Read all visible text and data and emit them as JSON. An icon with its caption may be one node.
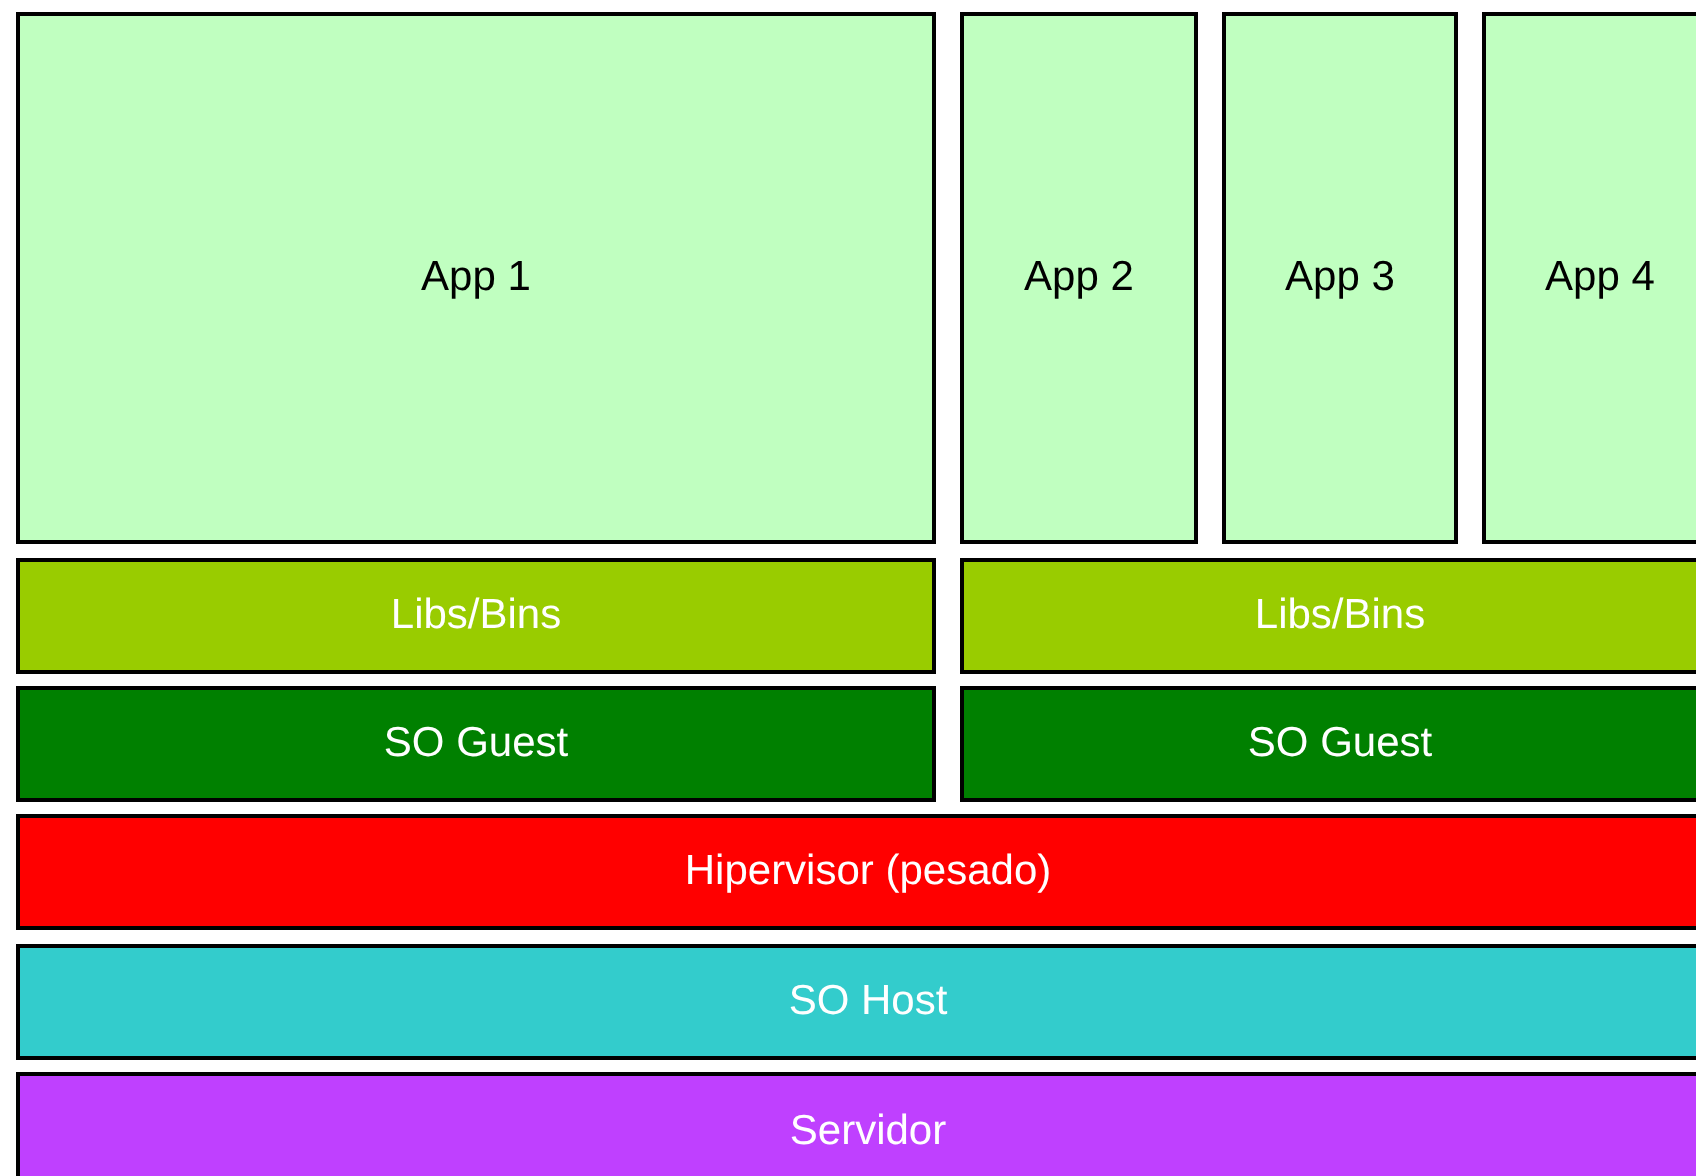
{
  "diagram": {
    "nodes": [
      {
        "text": [
          "App 1"
        ]
      },
      {
        "text": [
          "App 2"
        ]
      },
      {
        "text": [
          "App 3"
        ]
      },
      {
        "text": [
          "App 4"
        ]
      },
      {
        "text": [
          "Libs/Bins"
        ]
      },
      {
        "text": [
          "Libs/Bins"
        ]
      },
      {
        "text": [
          "SO Guest"
        ]
      },
      {
        "text": [
          "SO Guest"
        ]
      },
      {
        "text": [
          "Hipervisor (pesado)"
        ]
      },
      {
        "text": [
          "SO Host"
        ]
      },
      {
        "text": [
          "Servidor"
        ]
      }
    ]
  }
}
